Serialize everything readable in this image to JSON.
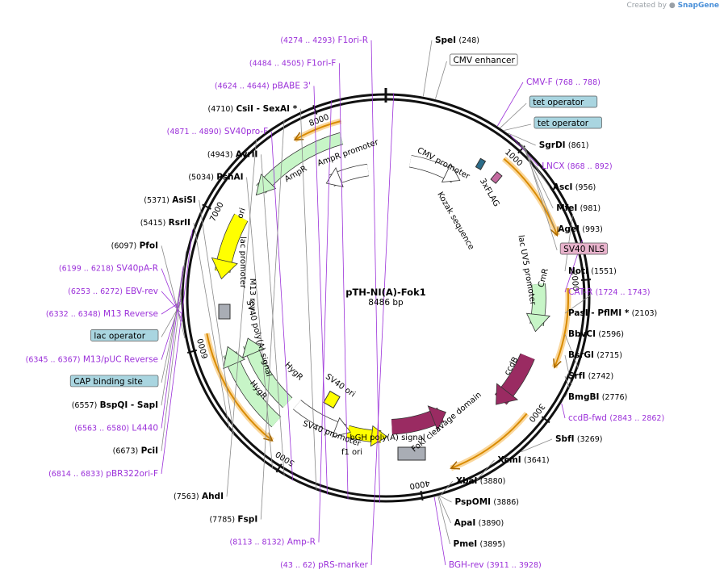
{
  "attribution": {
    "prefix": "Created by",
    "brand": "SnapGene"
  },
  "plasmid": {
    "name": "pTH-NI(A)-Fok1",
    "size_label": "8486 bp",
    "length": 8486
  },
  "tick_labels": [
    "1000",
    "2000",
    "3000",
    "4000",
    "5000",
    "6000",
    "7000",
    "8000"
  ],
  "sites": [
    {
      "name": "SpeI",
      "pos": "(248)",
      "bp": 248,
      "kind": "enzyme",
      "side": "right"
    },
    {
      "name": "CMV enhancer",
      "bp": 330,
      "kind": "boxed",
      "side": "right"
    },
    {
      "name": "CMV-F",
      "pos": "(768 .. 788)",
      "bp": 778,
      "kind": "primer",
      "side": "right"
    },
    {
      "name": "tet operator",
      "bp": 800,
      "kind": "blue",
      "side": "right"
    },
    {
      "name": "tet operator",
      "bp": 830,
      "kind": "blue",
      "side": "right"
    },
    {
      "name": "SgrDI",
      "pos": "(861)",
      "bp": 861,
      "kind": "enzyme",
      "side": "right"
    },
    {
      "name": "LNCX",
      "pos": "(868 .. 892)",
      "bp": 880,
      "kind": "primer",
      "side": "right"
    },
    {
      "name": "AscI",
      "pos": "(956)",
      "bp": 956,
      "kind": "enzyme",
      "side": "right"
    },
    {
      "name": "MfeI",
      "pos": "(981)",
      "bp": 981,
      "kind": "enzyme",
      "side": "right"
    },
    {
      "name": "AgeI",
      "pos": "(993)",
      "bp": 993,
      "kind": "enzyme",
      "side": "right"
    },
    {
      "name": "SV40 NLS",
      "bp": 1010,
      "kind": "pink",
      "side": "right"
    },
    {
      "name": "NotI",
      "pos": "(1551)",
      "bp": 1551,
      "kind": "enzyme",
      "side": "right"
    },
    {
      "name": "CAT-R",
      "pos": "(1724 .. 1743)",
      "bp": 1733,
      "kind": "primer",
      "side": "right"
    },
    {
      "name": "PasI  - PflMI *",
      "pos": "(2103)",
      "bp": 2103,
      "kind": "enzyme",
      "side": "right"
    },
    {
      "name": "BbvCI",
      "pos": "(2596)",
      "bp": 2596,
      "kind": "enzyme",
      "side": "right"
    },
    {
      "name": "BsrGI",
      "pos": "(2715)",
      "bp": 2715,
      "kind": "enzyme",
      "side": "right"
    },
    {
      "name": "SrfI",
      "pos": "(2742)",
      "bp": 2742,
      "kind": "enzyme",
      "side": "right"
    },
    {
      "name": "BmgBI",
      "pos": "(2776)",
      "bp": 2776,
      "kind": "enzyme",
      "side": "right"
    },
    {
      "name": "ccdB-fwd",
      "pos": "(2843 .. 2862)",
      "bp": 2852,
      "kind": "primer",
      "side": "right"
    },
    {
      "name": "SbfI",
      "pos": "(3269)",
      "bp": 3269,
      "kind": "enzyme",
      "side": "right"
    },
    {
      "name": "XcmI",
      "pos": "(3641)",
      "bp": 3641,
      "kind": "enzyme",
      "side": "right"
    },
    {
      "name": "XbaI",
      "pos": "(3880)",
      "bp": 3880,
      "kind": "enzyme",
      "side": "right"
    },
    {
      "name": "PspOMI",
      "pos": "(3886)",
      "bp": 3886,
      "kind": "enzyme",
      "side": "right"
    },
    {
      "name": "ApaI",
      "pos": "(3890)",
      "bp": 3890,
      "kind": "enzyme",
      "side": "right"
    },
    {
      "name": "PmeI",
      "pos": "(3895)",
      "bp": 3895,
      "kind": "enzyme",
      "side": "right"
    },
    {
      "name": "BGH-rev",
      "pos": "(3911 .. 3928)",
      "bp": 3920,
      "kind": "primer",
      "side": "right"
    },
    {
      "name": "F1ori-R",
      "pos": "(4274 .. 4293)",
      "bp": 4283,
      "kind": "primer",
      "side": "left"
    },
    {
      "name": "F1ori-F",
      "pos": "(4484 .. 4505)",
      "bp": 4494,
      "kind": "primer",
      "side": "left"
    },
    {
      "name": "pBABE 3'",
      "pos": "(4624 .. 4644)",
      "bp": 4634,
      "kind": "primer",
      "side": "left"
    },
    {
      "name": "CsiI  - SexAI *",
      "pos": "(4710)",
      "bp": 4710,
      "kind": "enzyme",
      "side": "left"
    },
    {
      "name": "SV40pro-F",
      "pos": "(4871 .. 4890)",
      "bp": 4880,
      "kind": "primer",
      "side": "left"
    },
    {
      "name": "AvrII",
      "pos": "(4943)",
      "bp": 4943,
      "kind": "enzyme",
      "side": "left"
    },
    {
      "name": "PshAI",
      "pos": "(5034)",
      "bp": 5034,
      "kind": "enzyme",
      "side": "left"
    },
    {
      "name": "AsiSI",
      "pos": "(5371)",
      "bp": 5371,
      "kind": "enzyme",
      "side": "left"
    },
    {
      "name": "RsrII",
      "pos": "(5415)",
      "bp": 5415,
      "kind": "enzyme",
      "side": "left"
    },
    {
      "name": "PfoI",
      "pos": "(6097)",
      "bp": 6097,
      "kind": "enzyme",
      "side": "left"
    },
    {
      "name": "SV40pA-R",
      "pos": "(6199 .. 6218)",
      "bp": 6208,
      "kind": "primer",
      "side": "left"
    },
    {
      "name": "EBV-rev",
      "pos": "(6253 .. 6272)",
      "bp": 6262,
      "kind": "primer",
      "side": "left"
    },
    {
      "name": "M13 Reverse",
      "pos": "(6332 .. 6348)",
      "bp": 6340,
      "kind": "primer",
      "side": "left"
    },
    {
      "name": "lac operator",
      "bp": 6330,
      "kind": "blue",
      "side": "left"
    },
    {
      "name": "M13/pUC Reverse",
      "pos": "(6345 .. 6367)",
      "bp": 6356,
      "kind": "primer",
      "side": "left"
    },
    {
      "name": "CAP binding site",
      "bp": 6420,
      "kind": "blue",
      "side": "left"
    },
    {
      "name": "BspQI  - SapI",
      "pos": "(6557)",
      "bp": 6557,
      "kind": "enzyme",
      "side": "left"
    },
    {
      "name": "L4440",
      "pos": "(6563 .. 6580)",
      "bp": 6571,
      "kind": "primer",
      "side": "left"
    },
    {
      "name": "PciI",
      "pos": "(6673)",
      "bp": 6673,
      "kind": "enzyme",
      "side": "left"
    },
    {
      "name": "pBR322ori-F",
      "pos": "(6814 .. 6833)",
      "bp": 6823,
      "kind": "primer",
      "side": "left"
    },
    {
      "name": "AhdI",
      "pos": "(7563)",
      "bp": 7563,
      "kind": "enzyme",
      "side": "left"
    },
    {
      "name": "FspI",
      "pos": "(7785)",
      "bp": 7785,
      "kind": "enzyme",
      "side": "left"
    },
    {
      "name": "Amp-R",
      "pos": "(8113 .. 8132)",
      "bp": 8122,
      "kind": "primer",
      "side": "left"
    },
    {
      "name": "pRS-marker",
      "pos": "(43 .. 62)",
      "bp": 52,
      "kind": "primer",
      "side": "left"
    }
  ],
  "inner_labels": [
    "CMV promoter",
    "3xFLAG",
    "Kozak sequence",
    "lac UV5 promoter",
    "CmR",
    "ccdB",
    "FokI cleavage domain",
    "bGH poly(A) signal",
    "f1 ori",
    "SV40 promoter",
    "SV40 ori",
    "HygR",
    "HygR",
    "SV40 poly(A) signal",
    "M13 rev",
    "lac promoter",
    "ori",
    "AmpR",
    "AmpR promoter"
  ],
  "colors": {
    "backbone": "#111111",
    "primer": "#9b30d9",
    "promoter": "#ffffff",
    "cds_green": "#c7f5c7",
    "orange": "#f5a623",
    "ccdb": "#9a2b62",
    "yellow": "#ffff00",
    "gray": "#a9adb5",
    "blue_label": "#a9d5e0",
    "pink_label": "#e8b3cc"
  }
}
